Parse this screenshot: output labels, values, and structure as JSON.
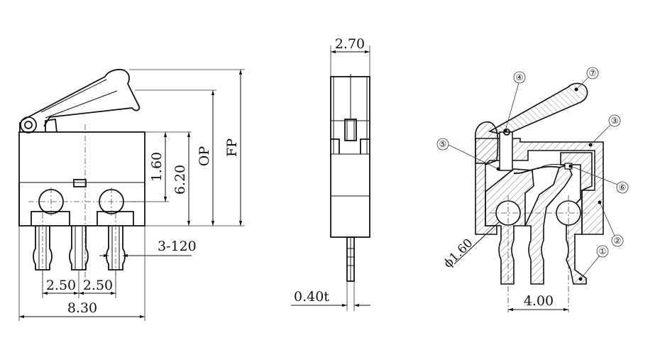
{
  "front_view": {
    "width_label": "8.30",
    "pitch_left_label": "2.50",
    "pitch_right_label": "2.50",
    "hole_height_label": "1.60",
    "body_height_label": "6.20",
    "op_label": "OP",
    "fp_label": "FP",
    "terminals_label": "3-120"
  },
  "side_view": {
    "thickness_label": "2.70",
    "terminal_thickness_label": "0.40t"
  },
  "section_view": {
    "hole_diameter_label": "ϕ1.60",
    "pitch_label": "4.00",
    "callouts": [
      "①",
      "②",
      "③",
      "④",
      "⑤",
      "⑥",
      "⑦"
    ]
  },
  "colors": {
    "line": "#111111",
    "hatch": "#555555",
    "background": "#ffffff"
  }
}
